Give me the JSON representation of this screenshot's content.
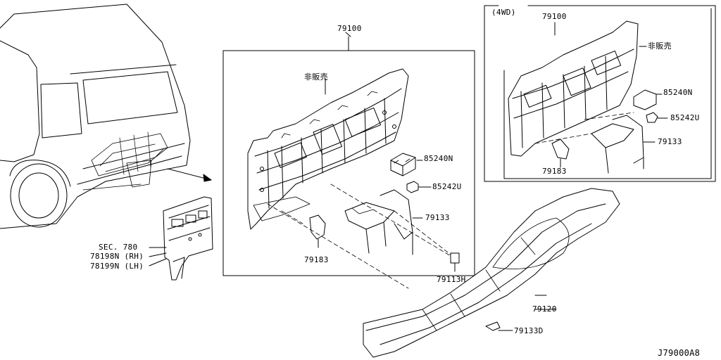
{
  "callouts": {
    "main_79100": "79100",
    "main_hinbai": "非販売",
    "main_85240n": "85240N",
    "main_85242u": "85242U",
    "main_79133": "79133",
    "main_79183": "79183",
    "main_79113h": "79113H",
    "floor_79120": "79120",
    "floor_79133d": "79133D",
    "sec_780": "SEC. 780",
    "sec_rh": "78198N (RH)",
    "sec_lh": "78199N (LH)",
    "wd_tag": "(4WD)",
    "wd_79100": "79100",
    "wd_hinbai": "非販売",
    "wd_85240n": "85240N",
    "wd_85242u": "85242U",
    "wd_79133": "79133",
    "wd_79183": "79183"
  },
  "diagram_code": "J79000A8"
}
